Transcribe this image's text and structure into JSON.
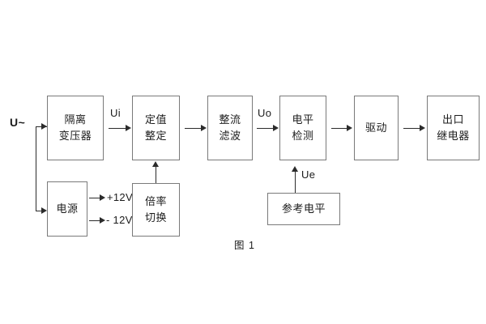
{
  "figure": {
    "caption": "图 1",
    "input_label": "U~",
    "colors": {
      "background": "#ffffff",
      "box_border": "#7a7a7a",
      "line": "#2b2b2b",
      "text": "#1c1c1c"
    }
  },
  "blocks": {
    "isolation_transformer": {
      "line1": "隔离",
      "line2": "变压器"
    },
    "setting_value": {
      "line1": "定值",
      "line2": "整定"
    },
    "rectify_filter": {
      "line1": "整流",
      "line2": "滤波"
    },
    "level_detect": {
      "line1": "电平",
      "line2": "检测"
    },
    "driver": {
      "line1": "驱动"
    },
    "output_relay": {
      "line1": "出口",
      "line2": "继电器"
    },
    "power_supply": {
      "line1": "电源"
    },
    "multiplier_switch": {
      "line1": "倍率",
      "line2": "切换"
    },
    "reference_level": {
      "line1": "参考电平"
    }
  },
  "signals": {
    "ui": "Ui",
    "uo": "Uo",
    "ue": "Ue",
    "rail_positive": "+12V",
    "rail_negative": "- 12V"
  }
}
